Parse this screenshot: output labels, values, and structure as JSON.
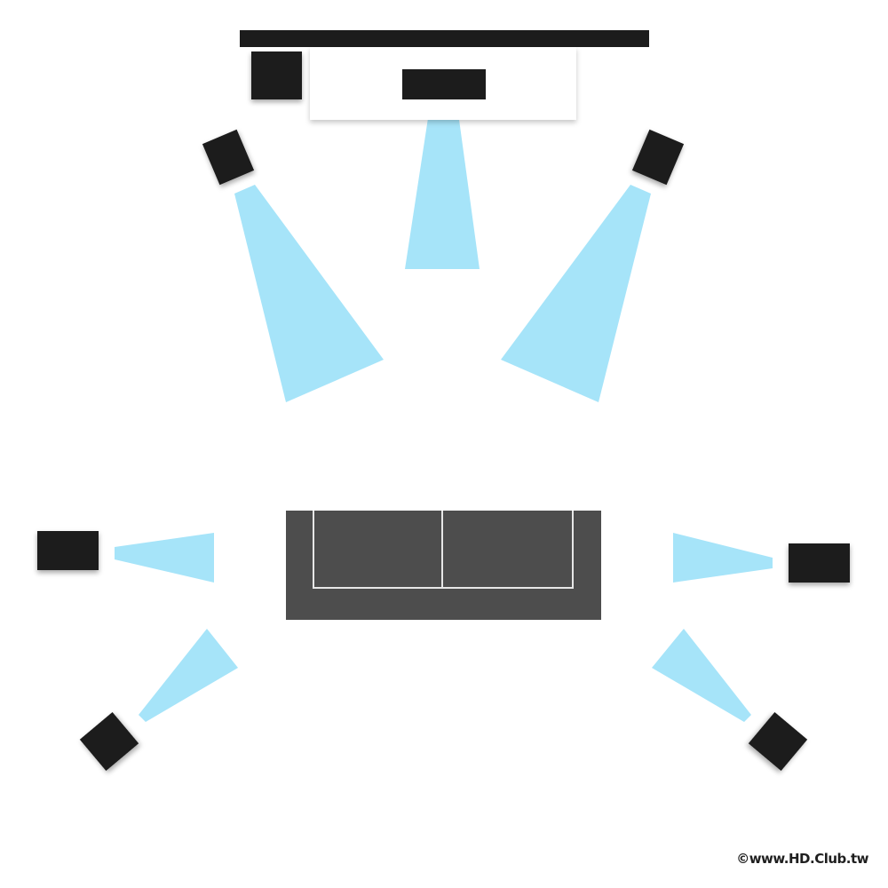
{
  "watermark": "©www.HD.Club.tw",
  "colors": {
    "background": "#ffffff",
    "speaker": "#1c1c1c",
    "sound_beam": "#a6e4f9",
    "sofa": "#4d4d4d",
    "sofa_outline": "#e6e6e6",
    "tv_cabinet": "#ffffff",
    "screen": "#1c1c1c"
  },
  "diagram": {
    "components": [
      {
        "name": "projection-screen-bar",
        "kind": "screen"
      },
      {
        "name": "tv-cabinet",
        "kind": "cabinet"
      },
      {
        "name": "center-speaker",
        "kind": "speaker",
        "icon": "speaker-icon"
      },
      {
        "name": "front-left-speaker",
        "kind": "speaker",
        "icon": "speaker-icon"
      },
      {
        "name": "front-right-speaker",
        "kind": "speaker",
        "icon": "speaker-icon"
      },
      {
        "name": "subwoofer",
        "kind": "speaker",
        "icon": "speaker-icon"
      },
      {
        "name": "surround-left-speaker",
        "kind": "speaker",
        "icon": "speaker-icon"
      },
      {
        "name": "surround-right-speaker",
        "kind": "speaker",
        "icon": "speaker-icon"
      },
      {
        "name": "surround-back-left-speaker",
        "kind": "speaker",
        "icon": "speaker-icon"
      },
      {
        "name": "surround-back-right-speaker",
        "kind": "speaker",
        "icon": "speaker-icon"
      },
      {
        "name": "sofa",
        "kind": "seating"
      }
    ]
  }
}
